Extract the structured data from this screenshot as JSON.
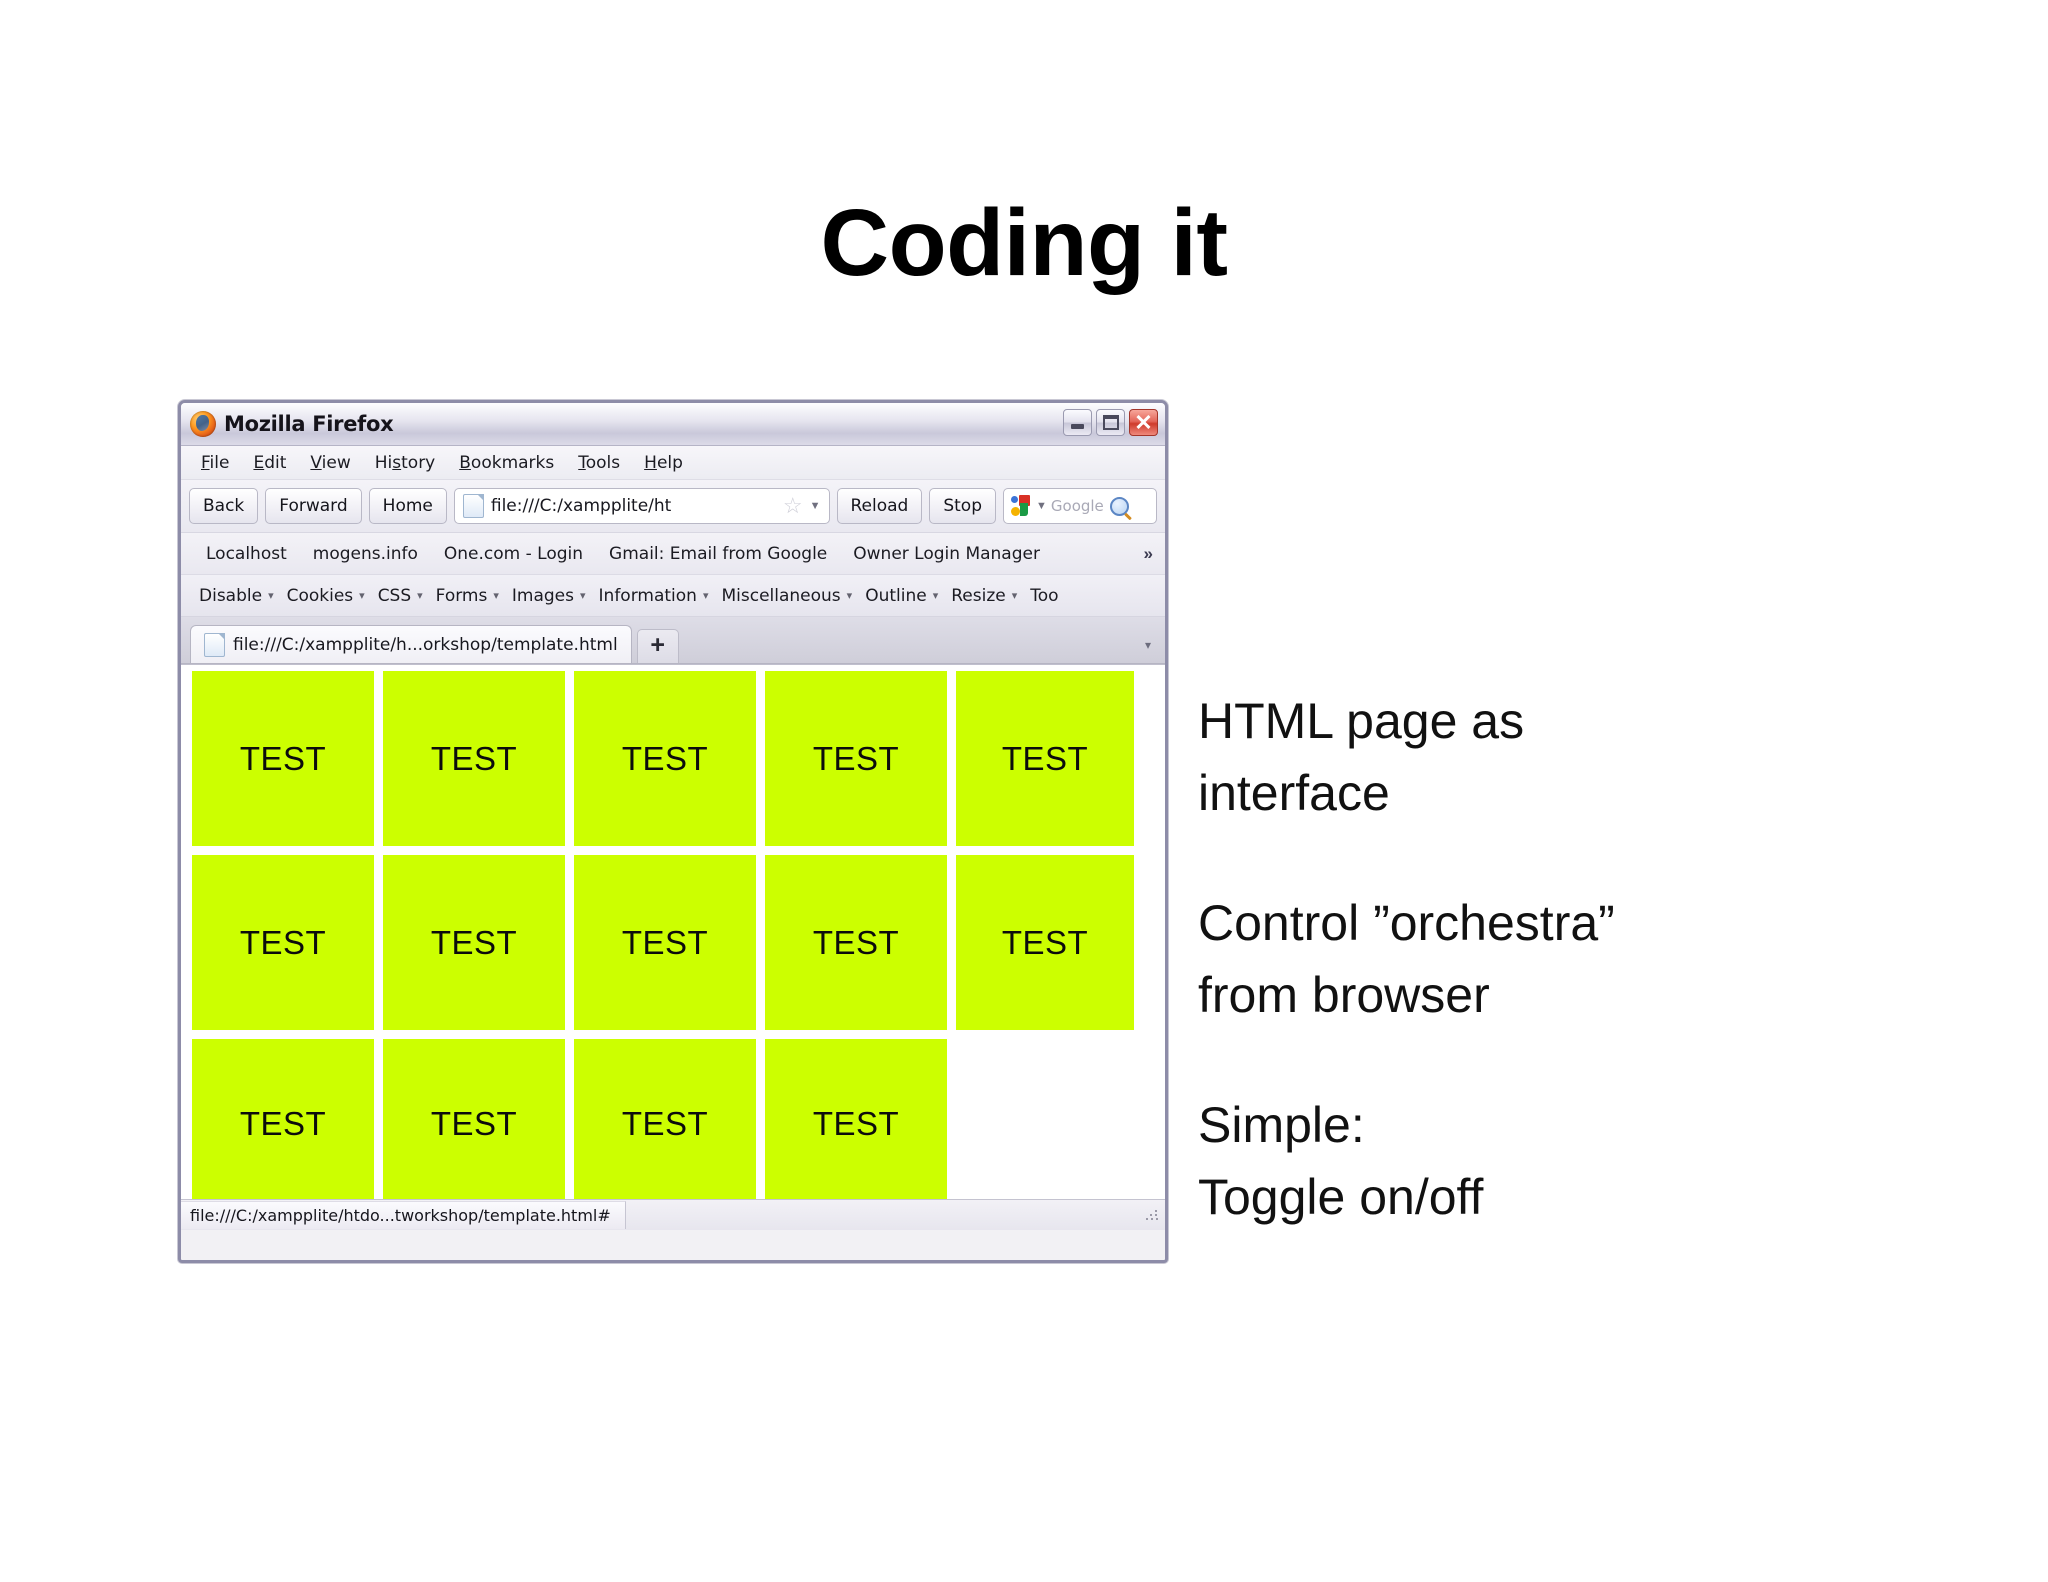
{
  "slide": {
    "title": "Coding it"
  },
  "browser": {
    "window_title": "Mozilla Firefox",
    "app_icon": "firefox-icon",
    "window_controls": {
      "minimize": "minimize-icon",
      "maximize": "maximize-icon",
      "close": "close-icon",
      "close_glyph": "✕"
    },
    "menu": [
      "File",
      "Edit",
      "View",
      "History",
      "Bookmarks",
      "Tools",
      "Help"
    ],
    "toolbar": {
      "back_label": "Back",
      "forward_label": "Forward",
      "home_label": "Home",
      "reload_label": "Reload",
      "stop_label": "Stop",
      "address_value": "file:///C:/xampplite/ht",
      "star_glyph": "☆",
      "dropdown_glyph": "▼",
      "search_placeholder": "Google"
    },
    "bookmarks": [
      "Localhost",
      "mogens.info",
      "One.com - Login",
      "Gmail: Email from Google",
      "Owner Login Manager"
    ],
    "bookmarks_overflow": "»",
    "devtoolbar": [
      {
        "label": "Disable",
        "caret": "▾"
      },
      {
        "label": "Cookies",
        "caret": "▾"
      },
      {
        "label": "CSS",
        "caret": "▾"
      },
      {
        "label": "Forms",
        "caret": "▾"
      },
      {
        "label": "Images",
        "caret": "▾"
      },
      {
        "label": "Information",
        "caret": "▾"
      },
      {
        "label": "Miscellaneous",
        "caret": "▾"
      },
      {
        "label": "Outline",
        "caret": "▾"
      },
      {
        "label": "Resize",
        "caret": "▾"
      },
      {
        "label": "Too",
        "caret": ""
      }
    ],
    "tab": {
      "title": "file:///C:/xampplite/h...orkshop/template.html",
      "new_tab_glyph": "+",
      "list_caret": "▾"
    },
    "status": {
      "url": "file:///C:/xampplite/htdo...tworkshop/template.html#",
      "grip": "resize-grip-icon"
    }
  },
  "page": {
    "tile_label": "TEST",
    "tile_color": "#ccff00",
    "rows": [
      [
        "TEST",
        "TEST",
        "TEST",
        "TEST",
        "TEST"
      ],
      [
        "TEST",
        "TEST",
        "TEST",
        "TEST",
        "TEST"
      ],
      [
        "TEST",
        "TEST",
        "TEST",
        "TEST"
      ]
    ]
  },
  "bullets": {
    "line1": "HTML page as",
    "line2": "interface",
    "line3": "Control ”orchestra”",
    "line4": "from browser",
    "line5": "Simple:",
    "line6": "Toggle on/off"
  }
}
